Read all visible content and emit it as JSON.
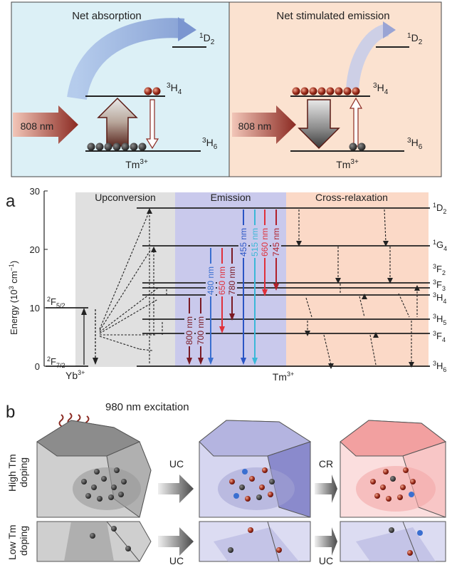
{
  "top": {
    "left": {
      "title": "Net absorption",
      "excitation": "808 nm",
      "ion": "Tm",
      "ion_sup": "3+",
      "levels": [
        {
          "pre": "1",
          "main": "D",
          "sub": "2"
        },
        {
          "pre": "3",
          "main": "H",
          "sub": "4"
        },
        {
          "pre": "3",
          "main": "H",
          "sub": "6"
        }
      ]
    },
    "right": {
      "title": "Net stimulated emission",
      "excitation": "808 nm",
      "ion": "Tm",
      "ion_sup": "3+",
      "levels": [
        {
          "pre": "1",
          "main": "D",
          "sub": "2"
        },
        {
          "pre": "3",
          "main": "H",
          "sub": "4"
        },
        {
          "pre": "3",
          "main": "H",
          "sub": "6"
        }
      ]
    }
  },
  "panel_a": {
    "label": "a",
    "y_axis": {
      "label": "Energy (10",
      "unit_sup": "3",
      "unit_tail": " cm",
      "unit_sup2": "−1",
      "close": ")",
      "ticks": [
        "0",
        "10",
        "20",
        "30"
      ]
    },
    "sections": [
      "Upconversion",
      "Emission",
      "Cross-relaxation"
    ],
    "yb_levels": [
      {
        "pre": "2",
        "main": "F",
        "sub": "5/2"
      },
      {
        "pre": "2",
        "main": "F",
        "sub": "7/2"
      }
    ],
    "yb_label": "Yb",
    "yb_sup": "3+",
    "tm_label": "Tm",
    "tm_sup": "3+",
    "tm_levels": [
      {
        "pre": "1",
        "main": "D",
        "sub": "2"
      },
      {
        "pre": "1",
        "main": "G",
        "sub": "4"
      },
      {
        "pre": "3",
        "main": "F",
        "sub": "2"
      },
      {
        "pre": "3",
        "main": "F",
        "sub": "3"
      },
      {
        "pre": "3",
        "main": "H",
        "sub": "4"
      },
      {
        "pre": "3",
        "main": "H",
        "sub": "5"
      },
      {
        "pre": "3",
        "main": "F",
        "sub": "4"
      },
      {
        "pre": "3",
        "main": "H",
        "sub": "6"
      }
    ],
    "emissions": [
      {
        "label": "800 nm",
        "color": "#7a1a24"
      },
      {
        "label": "700 nm",
        "color": "#7a1a24"
      },
      {
        "label": "480 nm",
        "color": "#3a6fd0"
      },
      {
        "label": "650 nm",
        "color": "#e0303a"
      },
      {
        "label": "780 nm",
        "color": "#7a1a24"
      },
      {
        "label": "455 nm",
        "color": "#2a55c5"
      },
      {
        "label": "515 nm",
        "color": "#3ab8d8"
      },
      {
        "label": "660 nm",
        "color": "#e0303a"
      },
      {
        "label": "745 nm",
        "color": "#b0202a"
      }
    ]
  },
  "panel_b": {
    "label": "b",
    "excitation": "980 nm excitation",
    "high_label_1": "High Tm",
    "high_label_2": "doping",
    "low_label_1": "Low Tm",
    "low_label_2": "doping",
    "arrows_top": [
      "UC",
      "CR"
    ],
    "arrows_bottom": [
      "UC",
      "UC"
    ]
  },
  "colors": {
    "left_panel_bg": "#dcf0f6",
    "right_panel_bg": "#fbe2d0",
    "upconv_bg": "#e0e0e0",
    "emission_bg": "#c9c9ec",
    "cross_bg": "#fbd9c7",
    "arrow_red": "#8b2a22"
  }
}
